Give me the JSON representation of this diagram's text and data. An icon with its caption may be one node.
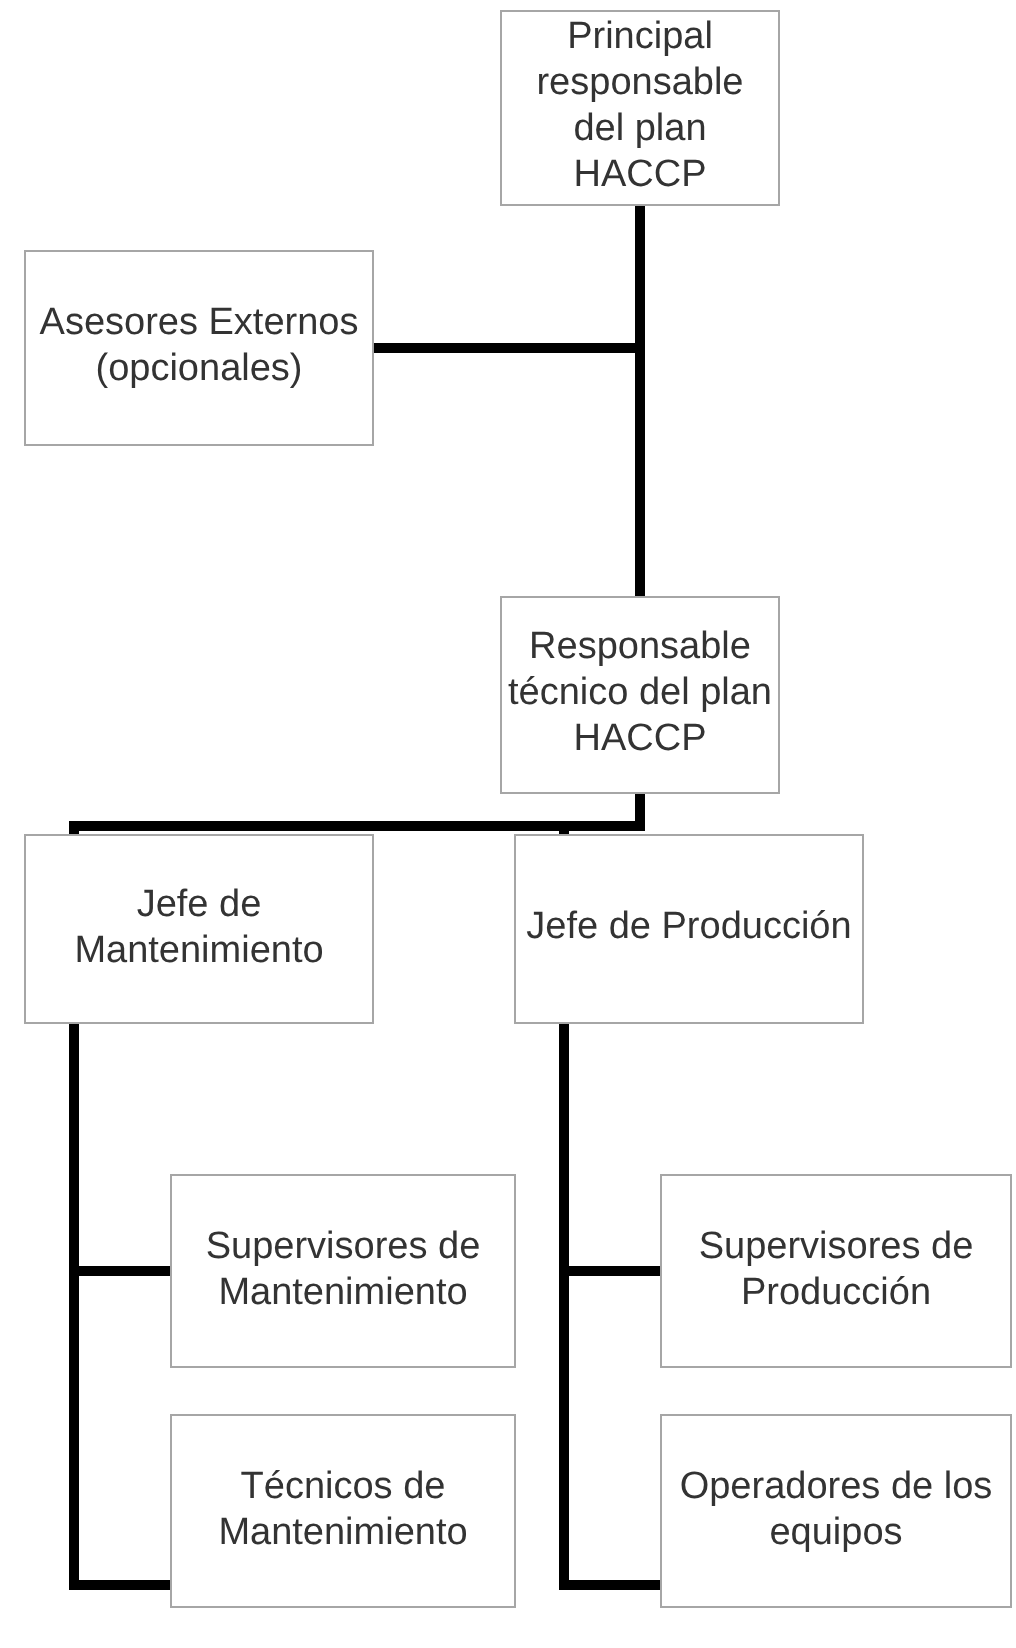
{
  "diagram": {
    "nodes": [
      {
        "text": [
          "Principal responsable del plan HACCP"
        ]
      },
      {
        "text": [
          "Asesores Externos (opcionales)"
        ]
      },
      {
        "text": [
          "Responsable técnico del plan HACCP"
        ]
      },
      {
        "text": [
          "Jefe de Mantenimiento"
        ]
      },
      {
        "text": [
          "Jefe de Producción"
        ]
      },
      {
        "text": [
          "Supervisores de Mantenimiento"
        ]
      },
      {
        "text": [
          "Técnicos de Mantenimiento"
        ]
      },
      {
        "text": [
          "Supervisores de Producción"
        ]
      },
      {
        "text": [
          "Operadores de los equipos"
        ]
      }
    ],
    "edges": [
      {
        "from": 0,
        "to": 1,
        "arrow": "none"
      },
      {
        "from": 0,
        "to": 2,
        "arrow": "none"
      },
      {
        "from": 2,
        "to": 3,
        "arrow": "none"
      },
      {
        "from": 2,
        "to": 4,
        "arrow": "none"
      },
      {
        "from": 3,
        "to": 5,
        "arrow": "none"
      },
      {
        "from": 3,
        "to": 6,
        "arrow": "none"
      },
      {
        "from": 4,
        "to": 7,
        "arrow": "none"
      },
      {
        "from": 4,
        "to": 8,
        "arrow": "none"
      }
    ]
  }
}
